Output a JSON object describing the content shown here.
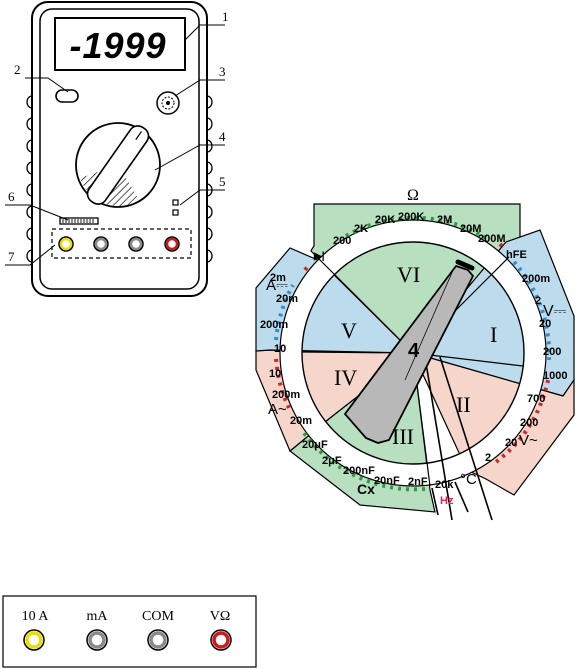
{
  "display": {
    "reading": "-1999"
  },
  "callouts": [
    "1",
    "2",
    "3",
    "4",
    "5",
    "6",
    "7"
  ],
  "dial": {
    "selector_number": "4",
    "sectors": [
      {
        "roman": "I",
        "ranges": [
          "200m",
          "2",
          "20",
          "200",
          "1000"
        ],
        "unit": "V⎓"
      },
      {
        "roman": "II",
        "ranges": [
          "700",
          "200",
          "20",
          "2"
        ],
        "unit": "V~"
      },
      {
        "roman": "III",
        "ranges": [
          "20μF",
          "2μF",
          "200nF",
          "20nF",
          "2nF"
        ],
        "unit": "Cx"
      },
      {
        "roman": "IV",
        "ranges": [
          "10",
          "200m",
          "20m"
        ],
        "unit": "A~"
      },
      {
        "roman": "V",
        "ranges": [
          "2m",
          "20m",
          "200m",
          "10"
        ],
        "unit": "A⎓"
      },
      {
        "roman": "VI",
        "ranges": [
          "200",
          "2K",
          "20K",
          "200K",
          "2M",
          "20M",
          "200M"
        ],
        "unit": "Ω"
      }
    ],
    "hfe_label": "hFE",
    "diode_symbol": "▶|",
    "freq_range": "20k",
    "freq_unit": "Hz",
    "temp_unit": "°C"
  },
  "terminals": [
    {
      "label": "10 A",
      "ring_color": "#e8e000"
    },
    {
      "label": "mA",
      "ring_color": "#8a8a8a"
    },
    {
      "label": "COM",
      "ring_color": "#8a8a8a"
    },
    {
      "label": "VΩ",
      "ring_color": "#d01818"
    }
  ],
  "colors": {
    "green_sector": "#b7dfc0",
    "blue_sector": "#bcdcee",
    "pink_sector": "#f6d6cb",
    "green_tick": "#2e9a44",
    "blue_tick": "#2f8fd0",
    "red_tick": "#d02828",
    "hz_color": "#e0205a"
  }
}
